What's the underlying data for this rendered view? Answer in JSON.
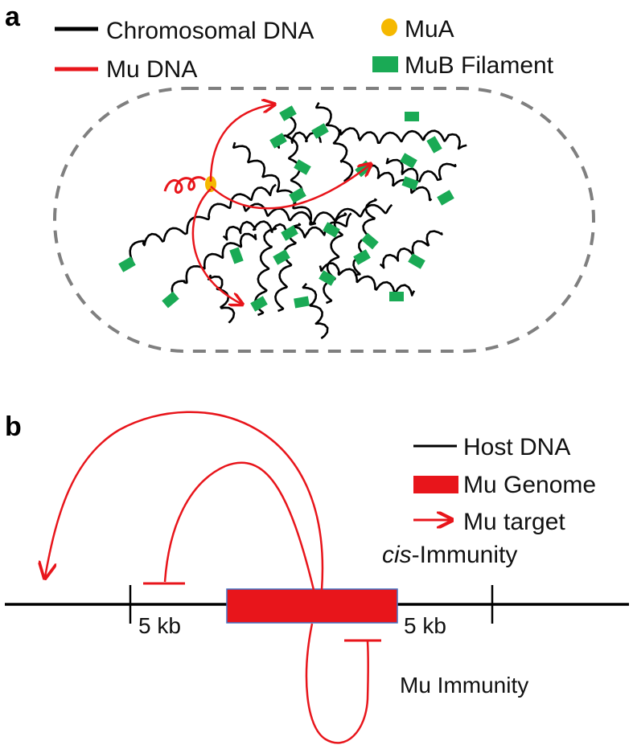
{
  "panel_a": {
    "letter": "a",
    "legend": {
      "chromosomal": "Chromosomal DNA",
      "mu_dna": "Mu DNA",
      "mua": "MuA",
      "mub": "MuB Filament"
    }
  },
  "panel_b": {
    "letter": "b",
    "legend": {
      "host": "Host DNA",
      "genome": "Mu Genome",
      "target": "Mu target"
    },
    "cis_italic": "cis",
    "cis_rest": "-Immunity",
    "left_kb": "5 kb",
    "right_kb": "5 kb",
    "mu_immunity": "Mu Immunity"
  },
  "colors": {
    "black": "#000000",
    "red": "#e8151b",
    "green": "#1aaa55",
    "yellow": "#f5b800",
    "gray": "#7f7f7f"
  }
}
